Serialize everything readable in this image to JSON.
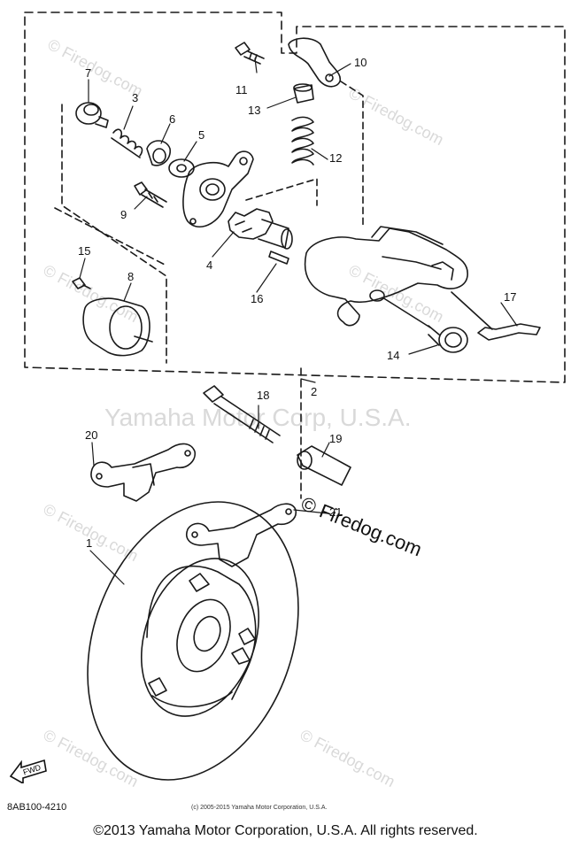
{
  "watermarks": {
    "corp": "Yamaha Motor Corp, U.S.A.",
    "site_large": "© Firedog.com",
    "site_small": "© Firedog.com"
  },
  "callouts": [
    "1",
    "2",
    "3",
    "4",
    "5",
    "6",
    "7",
    "8",
    "9",
    "10",
    "11",
    "12",
    "13",
    "14",
    "15",
    "16",
    "17",
    "18",
    "19",
    "20",
    "21"
  ],
  "fwd_label": "FWD",
  "diagram_code": "8AB100-4210",
  "small_copyright": "(c) 2005-2015 Yamaha Motor Corporation, U.S.A.",
  "footer": "©2013 Yamaha Motor Corporation, U.S.A. All rights reserved."
}
